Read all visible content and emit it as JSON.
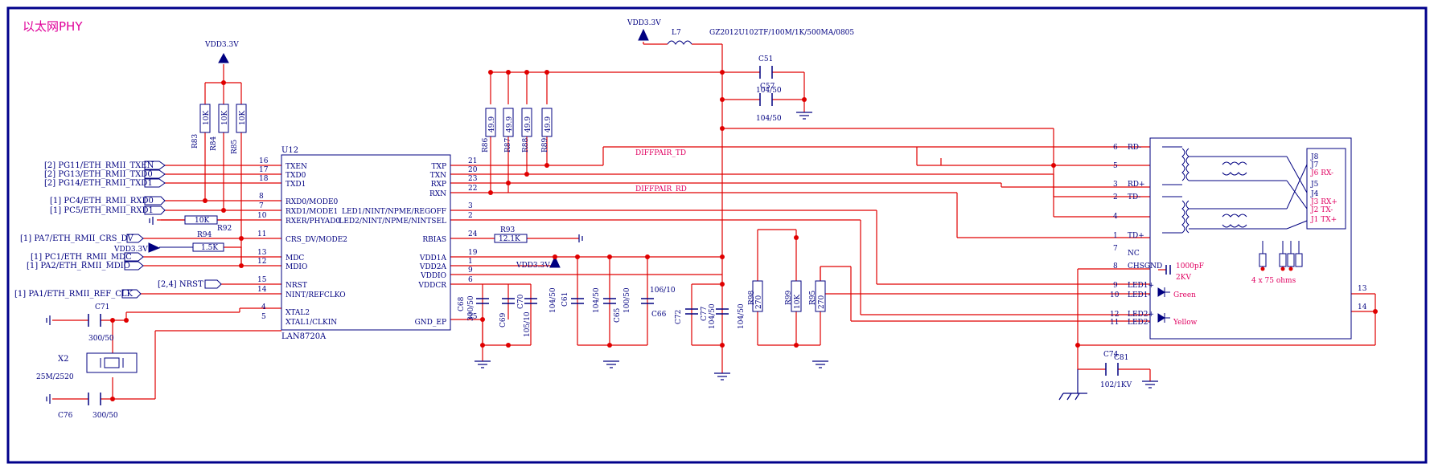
{
  "title": "以太网PHY",
  "colors": {
    "wire": "#e00000",
    "component": "#000080",
    "frame": "#00008b",
    "accent": "#e0009a"
  },
  "power": {
    "vdd_left": "VDD3.3V",
    "vdd_top": "VDD3.3V",
    "vdd_mid": "VDD3.3V",
    "vdd_mdc": "VDD3.3V"
  },
  "ferrite": {
    "ref": "L7",
    "part": "GZ2012U102TF/100M/1K/500MA/0805"
  },
  "ic": {
    "ref": "U12",
    "part": "LAN8720A",
    "left_pins": [
      {
        "num": "16",
        "name": "TXEN"
      },
      {
        "num": "17",
        "name": "TXD0"
      },
      {
        "num": "18",
        "name": "TXD1"
      },
      {
        "num": "8",
        "name": "RXD0/MODE0"
      },
      {
        "num": "7",
        "name": "RXD1/MODE1"
      },
      {
        "num": "10",
        "name": "RXER/PHYAD0"
      },
      {
        "num": "11",
        "name": "CRS_DV/MODE2"
      },
      {
        "num": "13",
        "name": "MDC"
      },
      {
        "num": "12",
        "name": "MDIO"
      },
      {
        "num": "15",
        "name": "NRST"
      },
      {
        "num": "14",
        "name": "NINT/REFCLKO"
      },
      {
        "num": "4",
        "name": "XTAL2"
      },
      {
        "num": "5",
        "name": "XTAL1/CLKIN"
      }
    ],
    "right_pins": [
      {
        "num": "21",
        "name": "TXP"
      },
      {
        "num": "20",
        "name": "TXN"
      },
      {
        "num": "23",
        "name": "RXP"
      },
      {
        "num": "22",
        "name": "RXN"
      },
      {
        "num": "3",
        "name": "LED1/NINT/NPME/REGOFF"
      },
      {
        "num": "2",
        "name": "LED2/NINT/NPME/NINTSEL"
      },
      {
        "num": "24",
        "name": "RBIAS"
      },
      {
        "num": "19",
        "name": "VDD1A"
      },
      {
        "num": "1",
        "name": "VDD2A"
      },
      {
        "num": "9",
        "name": "VDDIO"
      },
      {
        "num": "6",
        "name": "VDDCR"
      },
      {
        "num": "25",
        "name": "GND_EP"
      }
    ]
  },
  "nets": [
    "[2] PG11/ETH_RMII_TXEN",
    "[2] PG13/ETH_RMII_TXD0",
    "[2] PG14/ETH_RMII_TXD1",
    "[1] PC4/ETH_RMII_RXD0",
    "[1] PC5/ETH_RMII_RXD1",
    "[1] PA7/ETH_RMII_CRS_DV",
    "[1] PC1/ETH_RMII_MDC",
    "[1] PA2/ETH_RMII_MDIO",
    "[2,4] NRST",
    "[1] PA1/ETH_RMII_REF_CLK"
  ],
  "resistors": {
    "R83": "10K",
    "R84": "10K",
    "R85": "10K",
    "R92": "10K",
    "R94": "1.5K",
    "R93": "12.1K",
    "R86": "49.9",
    "R87": "49.9",
    "R88": "49.9",
    "R89": "49.9",
    "R98": "270",
    "R99": "10K",
    "R95": "270"
  },
  "labels": {
    "R92": "R92",
    "R94": "R94",
    "R93": "R93",
    "R83": "R83",
    "R84": "R84",
    "R85": "R85",
    "R86": "R86",
    "R87": "R87",
    "R88": "R88",
    "R89": "R89",
    "R98": "R98",
    "R99": "R99",
    "R95": "R95"
  },
  "capacitors": {
    "C51": "C51",
    "C51_val": "104/50",
    "C57": "C57",
    "C57_val": "104/50",
    "C71": "C71",
    "C71_val": "300/50",
    "C76": "C76",
    "C76_val": "300/50",
    "C68": "C68",
    "C68_val": "300/50",
    "C69": "C69",
    "C70": "C70",
    "C70_val": "105/10",
    "C61": "C61",
    "C61_val": "104/50",
    "C64": "104/50",
    "C65": "C65",
    "C65_val": "100/50",
    "C66": "C66",
    "C66_val": "106/10",
    "C72": "C72",
    "C72_val": "104/50",
    "C77": "C77",
    "C77_val": "104/50",
    "C74": "C74",
    "C74_val": "102/1KV",
    "C81": "C81"
  },
  "crystal": {
    "ref": "X2",
    "value": "25M/2520"
  },
  "diff": {
    "td": "DIFFPAIR_TD",
    "rd": "DIFFPAIR_RD"
  },
  "jack": {
    "left_pins": [
      {
        "num": "6",
        "name": "RD-"
      },
      {
        "num": "5",
        "name": ""
      },
      {
        "num": "3",
        "name": "RD+"
      },
      {
        "num": "2",
        "name": "TD-"
      },
      {
        "num": "4",
        "name": ""
      },
      {
        "num": "1",
        "name": "TD+"
      },
      {
        "num": "7",
        "name": "NC"
      },
      {
        "num": "8",
        "name": "CHSGND"
      },
      {
        "num": "9",
        "name": "LED1+"
      },
      {
        "num": "10",
        "name": "LED1-"
      },
      {
        "num": "12",
        "name": "LED2+"
      },
      {
        "num": "11",
        "name": "LED2-"
      }
    ],
    "right_pins": [
      "J8",
      "J7",
      "J6 RX-",
      "J5",
      "J4",
      "J3 RX+",
      "J2 TX-",
      "J1 TX+"
    ],
    "pin13": "13",
    "pin14": "14",
    "cap_val": "1000pF",
    "cap_volt": "2KV",
    "terminators": "4 x 75 ohms",
    "led1_color": "Green",
    "led2_color": "Yellow"
  }
}
